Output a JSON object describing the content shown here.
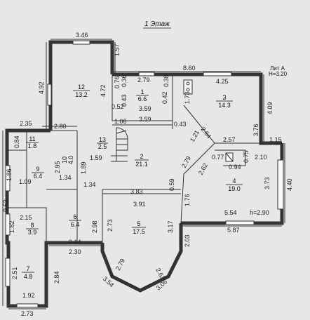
{
  "title": "1 Этаж",
  "lit": {
    "name": "Лит А",
    "height": "Н=3.20"
  },
  "rooms": [
    {
      "num": "12",
      "area": "13.2"
    },
    {
      "num": "1",
      "area": "6.6"
    },
    {
      "num": "3",
      "area": "14.3"
    },
    {
      "num": "11",
      "area": "1.8"
    },
    {
      "num": "10",
      "area": "4.0"
    },
    {
      "num": "13",
      "area": "2.5"
    },
    {
      "num": "9",
      "area": "6.4"
    },
    {
      "num": "2",
      "area": "21.1"
    },
    {
      "num": "4",
      "area": "19.0"
    },
    {
      "num": "8",
      "area": "3.9"
    },
    {
      "num": "6",
      "area": "6.4"
    },
    {
      "num": "5",
      "area": "17.5"
    },
    {
      "num": "7",
      "area": "4.8"
    }
  ],
  "dims": {
    "d_346": "3.46",
    "d_157": "1.57",
    "d_492": "4.92",
    "d_472": "4.72",
    "d_279": "2.79",
    "d_860": "8.60",
    "d_425": "4.25",
    "d_409": "4.09",
    "d_376": "3.76",
    "d_115": "1.15",
    "d_076": "0.76",
    "d_036": "0.36",
    "d_038": "0.38",
    "d_173": "1.73",
    "d_052": "0.52",
    "d_043": "0.43",
    "d_042": "0.42",
    "d_359a": "3.59",
    "d_359b": "3.59",
    "d_106": "1.06",
    "d_043b": "0.43",
    "d_264": "2.64",
    "d_235": "2.35",
    "d_280": "2.80",
    "d_257": "2.57",
    "d_121": "1.21",
    "d_084": "0.84",
    "d_295": "2.95",
    "d_189": "1.89",
    "d_159": "1.59",
    "d_077": "0.77",
    "d_075": "0.75",
    "d_210": "2.10",
    "d_094": "0.94",
    "d_279b": "2.79",
    "d_262": "2.62",
    "d_186": "1.86",
    "d_109": "1.09",
    "d_134": "1.34",
    "d_134b": "1.34",
    "d_440": "4.40",
    "d_373": "3.73",
    "d_963": "9.63",
    "d_383": "3.83",
    "d_059": "0.59",
    "d_391": "3.91",
    "d_176": "1.76",
    "d_554": "5.54",
    "d_h290": "h=2.90",
    "d_587": "5.87",
    "d_215": "2.15",
    "d_298": "2.98",
    "d_273": "2.73",
    "d_317": "3.17",
    "d_182": "1.82",
    "d_203": "2.03",
    "d_214": "2.14",
    "d_230": "2.30",
    "d_279c": "2.79",
    "d_263": "2.63",
    "d_251": "2.51",
    "d_284": "2.84",
    "d_354": "3.54",
    "d_306": "3.06",
    "d_192": "1.92",
    "d_273b": "2.73"
  }
}
